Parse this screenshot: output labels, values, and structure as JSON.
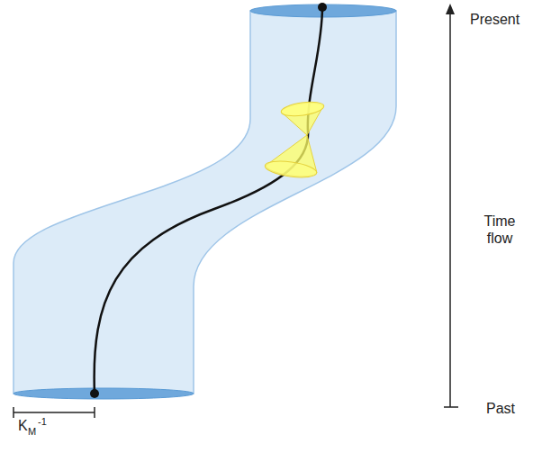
{
  "diagram": {
    "labels": [
      "Present",
      "Time flow",
      "Past",
      "K",
      "M",
      "-1"
    ]
  }
}
